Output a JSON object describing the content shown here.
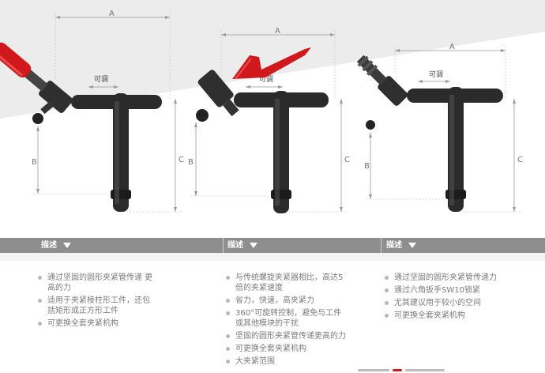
{
  "products": [
    {
      "id": "p1",
      "dim_a": "A",
      "dim_b": "B",
      "dim_c": "C",
      "adjust": "可调"
    },
    {
      "id": "p2",
      "dim_a": "A",
      "dim_b": "B",
      "dim_c": "C",
      "adjust": "可调"
    },
    {
      "id": "p3",
      "dim_a": "A",
      "dim_b": "B",
      "dim_c": "C",
      "adjust": "可调"
    }
  ],
  "section_bar": {
    "label": "描述",
    "columns": [
      {
        "label": "描述"
      },
      {
        "label": "描述"
      },
      {
        "label": "描述"
      }
    ]
  },
  "descriptions": [
    {
      "items": [
        "通过坚固的圆形夹紧管传递 更高的力",
        "适用于夹紧棱柱形工件，还包括矩形或正方形工件",
        "可更换全套夹紧机构"
      ]
    },
    {
      "items": [
        "与传统螺旋夹紧器相比，高达5倍的夹紧速度",
        "省力，快速，高夹紧力",
        "360°可旋转控制，避免与工件或其他模块的干扰",
        "坚固的圆形夹紧管传递更高的力",
        "可更换全套夹紧机构",
        "大夹紧范围"
      ]
    },
    {
      "items": [
        "通过坚固的圆形夹紧管传递力",
        "通过六角扳手SW10锁紧",
        "尤其建议用于较小的空间",
        "可更换全套夹紧机构"
      ]
    }
  ],
  "colors": {
    "bar": "#8e8e8e",
    "handle_red": "#d0191c",
    "metal": "#2b2b2b",
    "background_gray": "#eaeaea"
  }
}
